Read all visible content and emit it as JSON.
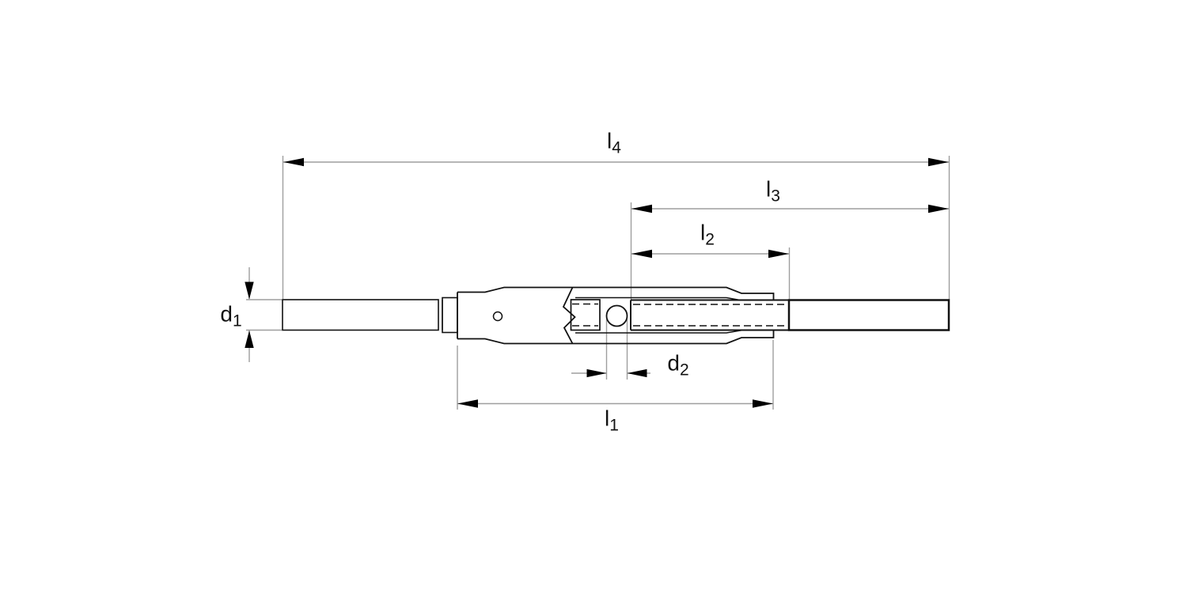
{
  "drawing": {
    "kind": "technical-dimension-drawing",
    "subject": "turnbuckle with stud ends (pipe body, section view)",
    "colors": {
      "background": "#ffffff",
      "outline": "#111111",
      "dimension_line": "#9e9e9e",
      "arrowhead": "#000000",
      "label_text": "#111111"
    },
    "labels": {
      "l4": {
        "base": "l",
        "sub": "4"
      },
      "l3": {
        "base": "l",
        "sub": "3"
      },
      "l2": {
        "base": "l",
        "sub": "2"
      },
      "l1": {
        "base": "l",
        "sub": "1"
      },
      "d1": {
        "base": "d",
        "sub": "1"
      },
      "d2": {
        "base": "d",
        "sub": "2"
      }
    }
  }
}
